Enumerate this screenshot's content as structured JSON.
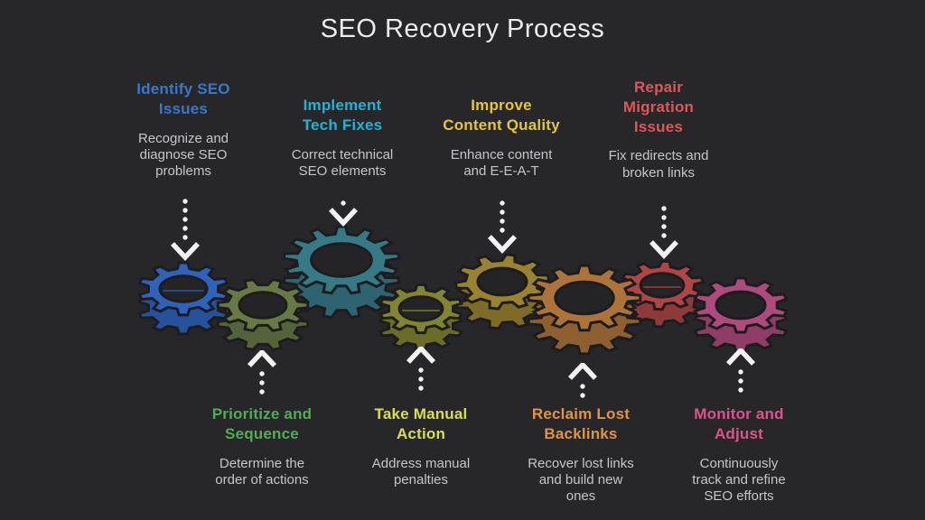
{
  "title": "SEO Recovery Process",
  "colors": {
    "background": "#272729",
    "title": "#ececec",
    "description": "#c6c6c6",
    "arrow": "#f2f2f2",
    "outline": "#1d1d1f"
  },
  "steps": {
    "top": [
      {
        "heading": "Identify SEO\nIssues",
        "description": "Recognize and\ndiagnose SEO\nproblems",
        "color": "#3579cf"
      },
      {
        "heading": "Implement\nTech Fixes",
        "description": "Correct technical\nSEO elements",
        "color": "#1cb5d6"
      },
      {
        "heading": "Improve\nContent Quality",
        "description": "Enhance content\nand E-E-A-T",
        "color": "#e6c636"
      },
      {
        "heading": "Repair\nMigration\nIssues",
        "description": "Fix redirects and\nbroken links",
        "color": "#e25555"
      }
    ],
    "bottom": [
      {
        "heading": "Prioritize and\nSequence",
        "description": "Determine the\norder of actions",
        "color": "#4fae53"
      },
      {
        "heading": "Take Manual\nAction",
        "description": "Address manual\npenalties",
        "color": "#d5e04a"
      },
      {
        "heading": "Reclaim Lost\nBacklinks",
        "description": "Recover lost links\nand build new\nones",
        "color": "#e29440"
      },
      {
        "heading": "Monitor and\nAdjust",
        "description": "Continuously\ntrack and refine\nSEO efforts",
        "color": "#e2518a"
      }
    ]
  },
  "gears": [
    {
      "name": "gear-identify-seo-issues",
      "color": "#2e63bd"
    },
    {
      "name": "gear-prioritize-sequence",
      "color": "#687a44"
    },
    {
      "name": "gear-implement-tech-fixes",
      "color": "#377a87"
    },
    {
      "name": "gear-take-manual-action",
      "color": "#82852f"
    },
    {
      "name": "gear-improve-content",
      "color": "#9a832e"
    },
    {
      "name": "gear-reclaim-backlinks",
      "color": "#ad7439"
    },
    {
      "name": "gear-repair-migration",
      "color": "#b04545"
    },
    {
      "name": "gear-monitor-adjust",
      "color": "#ae4b7c"
    }
  ]
}
